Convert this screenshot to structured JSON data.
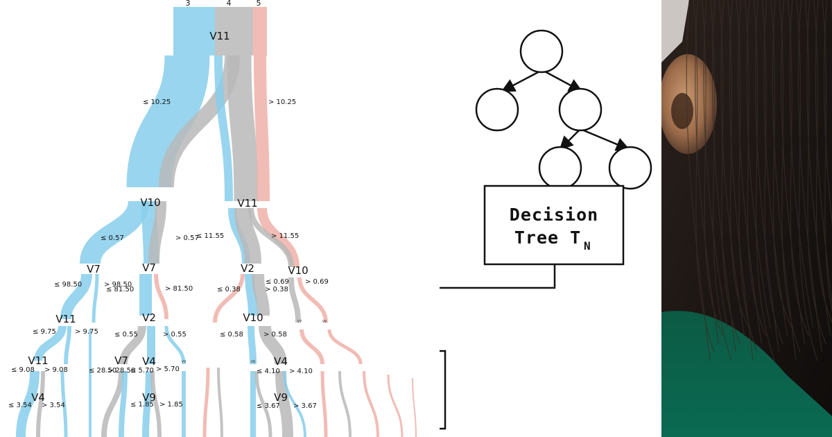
{
  "colors": {
    "class3": "#87ceeb",
    "class4": "#b9b9b9",
    "class5": "#eeb0a8",
    "ink": "#111111"
  },
  "sankey": {
    "class_labels": [
      "3",
      "4",
      "5"
    ],
    "nodes": [
      {
        "id": "n0",
        "label": "V11"
      },
      {
        "id": "n1",
        "label": "V10"
      },
      {
        "id": "n2",
        "label": "V11"
      },
      {
        "id": "n3",
        "label": "V7"
      },
      {
        "id": "n4",
        "label": "V7"
      },
      {
        "id": "n5",
        "label": "V2"
      },
      {
        "id": "n6",
        "label": "V10"
      },
      {
        "id": "n7",
        "label": "V11"
      },
      {
        "id": "n8",
        "label": "V2"
      },
      {
        "id": "n9",
        "label": "V10"
      },
      {
        "id": "n10",
        "label": "V11"
      },
      {
        "id": "n11",
        "label": "V7"
      },
      {
        "id": "n12",
        "label": "V4"
      },
      {
        "id": "n13",
        "label": "V4"
      },
      {
        "id": "n14",
        "label": "V9"
      },
      {
        "id": "n15",
        "label": "V4"
      },
      {
        "id": "n16",
        "label": "V9"
      },
      {
        "id": "n17",
        "label": "V9"
      },
      {
        "id": "n18",
        "label": "V6"
      },
      {
        "id": "n19",
        "label": "V7"
      },
      {
        "id": "n20",
        "label": "V6"
      }
    ],
    "edge_labels": [
      "≤ 10.25",
      "> 10.25",
      "≤ 0.57",
      "> 0.57",
      "≤ 11.55",
      "> 11.55",
      "≤ 98.50",
      "> 98.50",
      "≤ 81.50",
      "> 81.50",
      "≤ 0.38",
      "> 0.38",
      "≤ 0.69",
      "> 0.69",
      "≤ 9.75",
      "> 9.75",
      "≤ 0.55",
      "> 0.55",
      "≤ 0.58",
      "> 0.58",
      "≤ 9.08",
      "> 9.08",
      "≤ 28.50",
      "> 28.50",
      "≤ 5.70",
      "> 5.70",
      "≤ 4.10",
      "> 4.10",
      "≤ 3.54",
      "> 3.54",
      "≤ 1.85",
      "> 1.85",
      "≤ 3.67",
      "> 3.67"
    ]
  },
  "diagram": {
    "box_title": "Decision",
    "box_subtitle": "Tree T",
    "box_subscript": "N"
  }
}
